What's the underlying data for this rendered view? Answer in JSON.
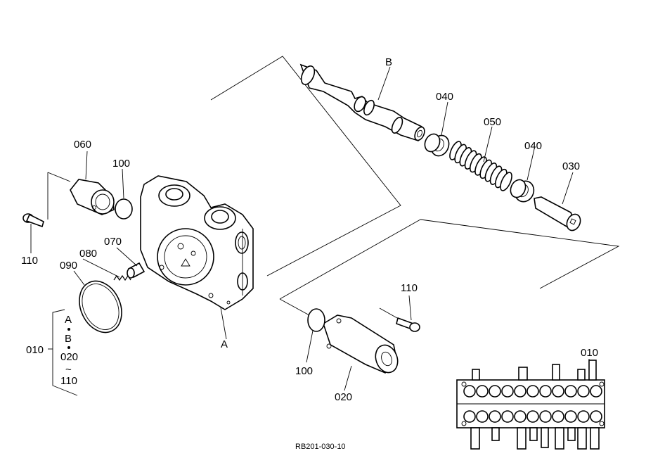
{
  "labels": {
    "b_top": "B",
    "p040_a": "040",
    "p050": "050",
    "p040_b": "040",
    "p030": "030",
    "p060": "060",
    "p100_a": "100",
    "p110_a": "110",
    "p080": "080",
    "p070": "070",
    "p090": "090",
    "a_bottom": "A",
    "p110_b": "110",
    "p100_b": "100",
    "p020": "020",
    "p010_right": "010"
  },
  "kit": {
    "label": "010",
    "line_a": "A",
    "line_b": "B",
    "line_020": "020",
    "tilde": "~",
    "line_110": "110"
  },
  "drawing_code": "RB201-030-10"
}
